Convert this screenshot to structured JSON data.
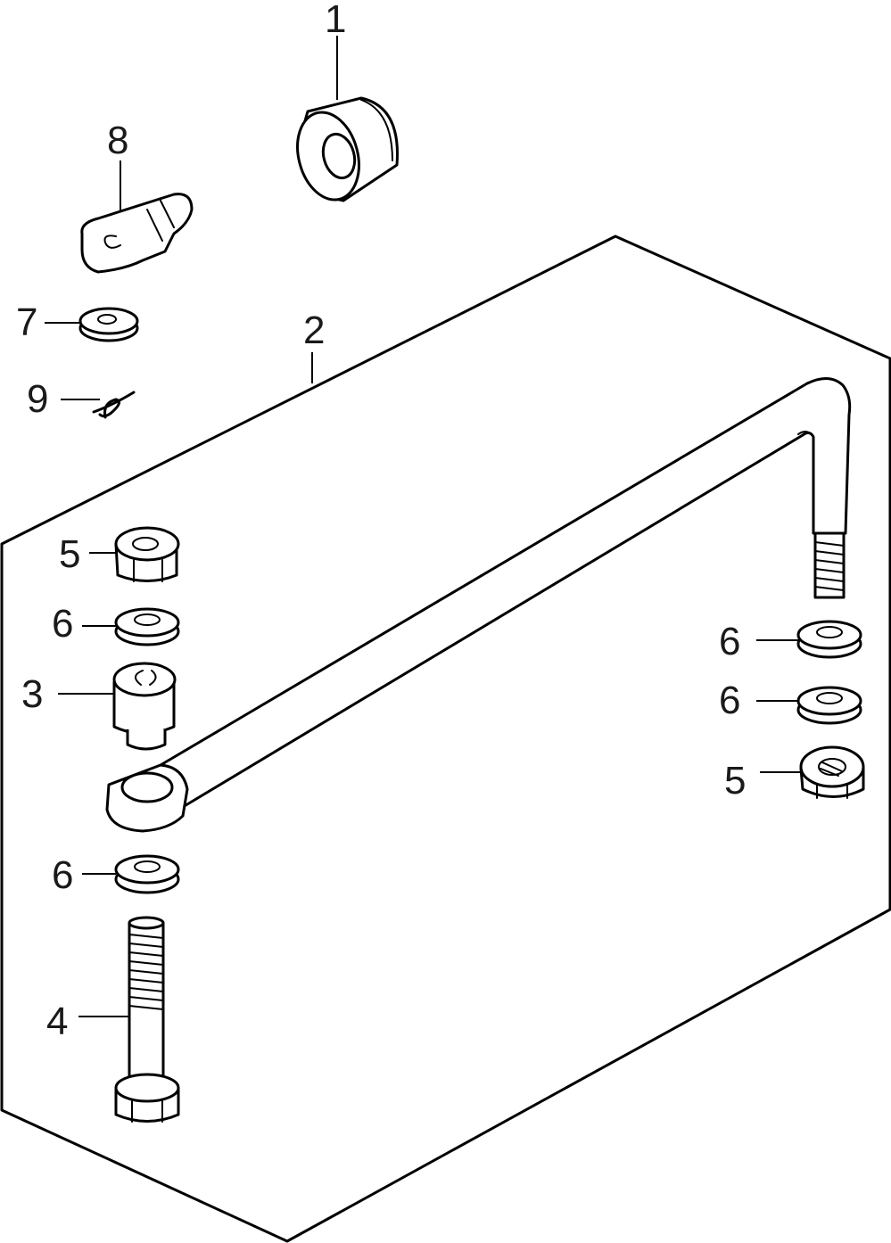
{
  "callouts": {
    "c1": "1",
    "c2": "2",
    "c3": "3",
    "c4": "4",
    "c5a": "5",
    "c5b": "5",
    "c6a": "6",
    "c6b": "6",
    "c6c": "6",
    "c6d": "6",
    "c7": "7",
    "c8": "8",
    "c9": "9"
  }
}
